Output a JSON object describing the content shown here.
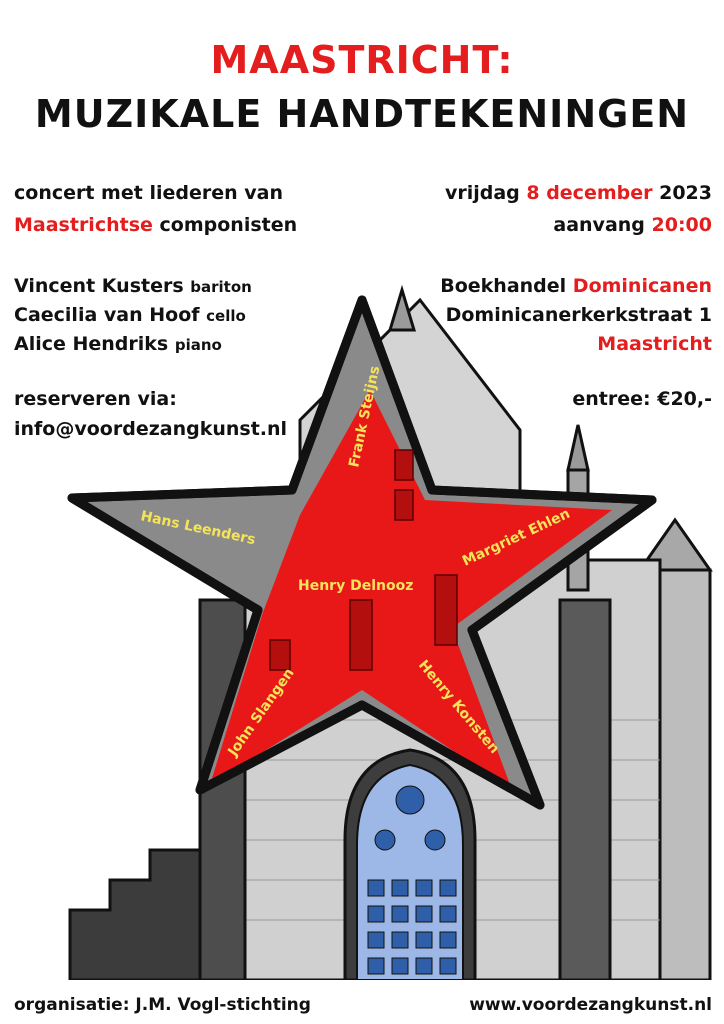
{
  "title": {
    "line1": "MAASTRICHT:",
    "line2": "MUZIKALE HANDTEKENINGEN"
  },
  "left": {
    "concert_line1": "concert met liederen van",
    "concert_red": "Maastrichtse",
    "concert_rest": " componisten",
    "performers": [
      {
        "name": "Vincent Kusters",
        "role": "bariton"
      },
      {
        "name": "Caecilia van Hoof",
        "role": "cello"
      },
      {
        "name": "Alice Hendriks",
        "role": "piano"
      }
    ],
    "reserve_label": "reserveren via:",
    "reserve_email": "info@voordezangkunst.nl"
  },
  "right": {
    "date_prefix": "vrijdag ",
    "date_red": "8 december",
    "date_suffix": " 2023",
    "start_prefix": "aanvang ",
    "start_red": "20:00",
    "venue_prefix": "Boekhandel ",
    "venue_red": "Dominicanen",
    "address": "Dominicanerkerkstraat 1",
    "city": "Maastricht",
    "entrance": "entree: €20,-"
  },
  "star_names": {
    "frank": "Frank Steijns",
    "hans": "Hans Leenders",
    "henry_d": "Henry Delnooz",
    "margriet": "Margriet Ehlen",
    "john": "John Slangen",
    "henry_k": "Henry Konsten"
  },
  "footer": {
    "organisation": "organisatie: J.M. Vogl-stichting",
    "website": "www.voordezangkunst.nl"
  },
  "colors": {
    "accent": "#e41e1e",
    "star_name": "#f5e35a",
    "church_grey": "#c8c8c8",
    "window_blue": "#8fb0e6"
  }
}
